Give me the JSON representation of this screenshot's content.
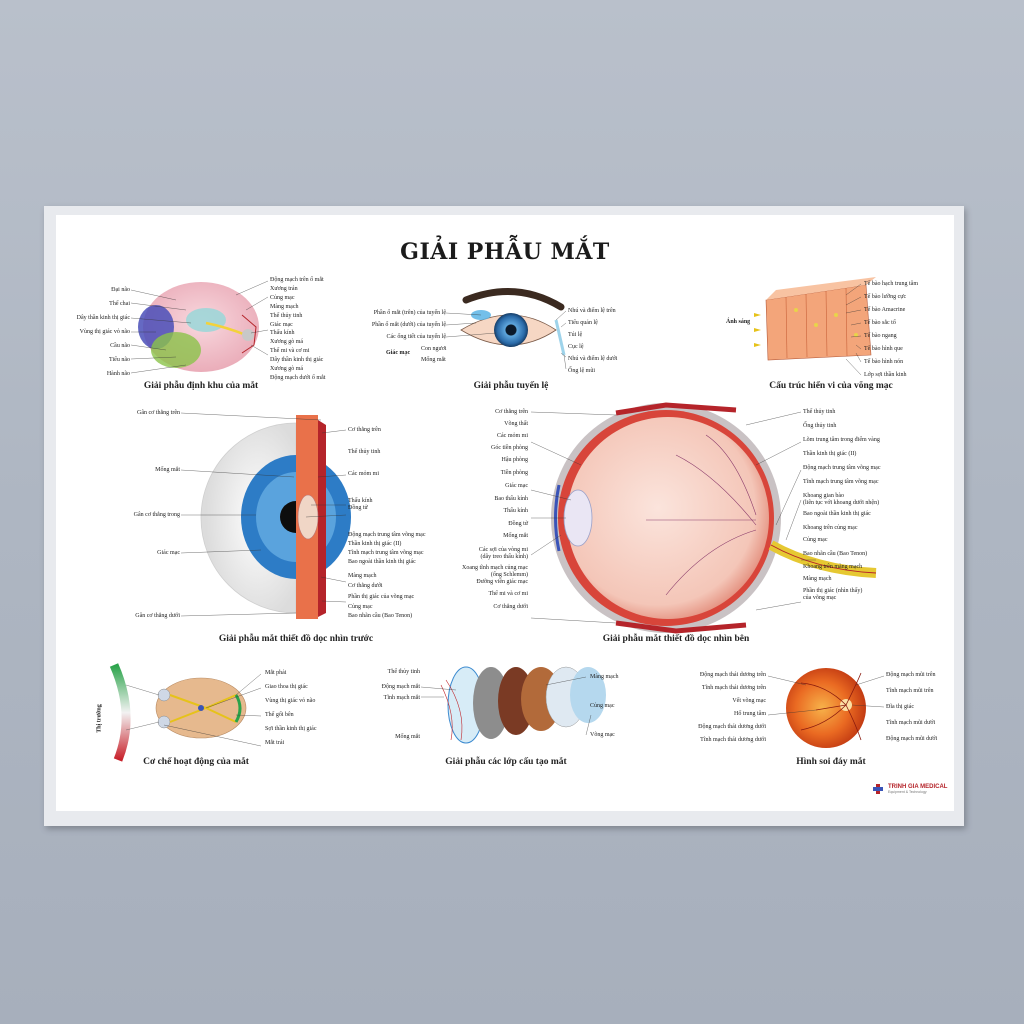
{
  "title": "GIẢI PHẪU MẮT",
  "panels": {
    "p1": {
      "caption": "Giải phẫu định khu của mắt",
      "left": [
        "Đại não",
        "Thể chai",
        "Dây thần kinh thị giác",
        "Vùng thị giác vỏ não",
        "Cầu não",
        "Tiểu não",
        "Hành não"
      ],
      "right": [
        "Động mạch trên ổ mắt",
        "Xương trán",
        "Củng mạc",
        "Màng mạch",
        "Thể thủy tinh",
        "Giác mạc",
        "Thấu kính",
        "Xương gò má",
        "Thể mi và cơ mi",
        "Dây thần kinh thị giác",
        "Xương gò má",
        "Động mạch dưới ổ mắt"
      ]
    },
    "p2": {
      "caption": "Giải phẫu tuyến lệ",
      "left": [
        "Phần ổ mắt (trên) của tuyến lệ",
        "Phần ổ mắt (dưới) của tuyến lệ",
        "Các ống tiết của tuyến lệ"
      ],
      "giac_mac": "Giác mạc",
      "brace": [
        "Con ngươi",
        "Mống mắt"
      ],
      "right": [
        "Nhú và điểm lệ trên",
        "Tiểu quản lệ",
        "Túi lệ",
        "Cục lệ",
        "Nhú và điểm lệ dưới",
        "Ống lệ mũi"
      ]
    },
    "p3": {
      "caption": "Cấu trúc hiển vi của võng mạc",
      "light": "Ánh sáng",
      "right": [
        "Tế bào hạch trung tâm",
        "Tế bào lưỡng cực",
        "Tế bào Amacrine",
        "Tế bào sắc tố",
        "Tế bào ngang",
        "Tế bào hình que",
        "Tế bào hình nón",
        "Lớp sợi thần kinh"
      ]
    },
    "p4": {
      "caption": "Giải phẫu mắt thiết đồ dọc nhìn trước",
      "left": [
        "Gân cơ thẳng trên",
        "Mống mắt",
        "Gân cơ thẳng trong",
        "Giác mạc",
        "Gân cơ thẳng dưới"
      ],
      "right": [
        "Cơ thẳng trên",
        "Thể thủy tinh",
        "Các mỏm mi",
        "Thấu kính",
        "Đồng tử",
        "Động mạch trung tâm võng mạc",
        "Thần kinh thị giác (II)",
        "Tĩnh mạch trung tâm võng mạc",
        "Bao ngoài thần kinh thị giác",
        "Màng mạch",
        "Cơ thẳng dưới",
        "Phần thị giác của võng mạc",
        "Củng mạc",
        "Bao nhãn cầu (Bao Tenon)"
      ]
    },
    "p5": {
      "caption": "Giải phẫu mắt thiết đồ dọc nhìn bên",
      "left": [
        "Cơ thẳng trên",
        "Võng thất",
        "Các mỏm mi",
        "Góc tiền phòng",
        "Hậu phòng",
        "Tiền phòng",
        "Giác mạc",
        "Bao thấu kính",
        "Thấu kính",
        "Đồng tử",
        "Mống mắt",
        "Các sợi của vòng mi\n(dây treo thấu kính)",
        "Xoang tĩnh mạch củng mạc\n(ống Schlemm)",
        "Đường viền giác mạc",
        "Thể mi và cơ mi",
        "Cơ thẳng dưới"
      ],
      "right": [
        "Thể thủy tinh",
        "Ống thủy tinh",
        "Lõm trung tâm trong điểm vàng",
        "Thần kinh thị giác (II)",
        "Động mạch trung tâm võng mạc",
        "Tĩnh mạch trung tâm võng mạc",
        "Khoang gian bào\n(liên tục với khoang dưới nhện)",
        "Bao ngoài thần kinh thị giác",
        "Khoang trên củng mạc",
        "Củng mạc",
        "Bao nhãn cầu (Bao Tenon)",
        "Khoang trên màng mạch",
        "Màng mạch",
        "Phần thị giác (nhìn thấy)\ncủa võng mạc"
      ]
    },
    "p6": {
      "caption": "Cơ chế hoạt động của mắt",
      "field": "Thị trường",
      "right": [
        "Mắt phải",
        "Giao thoa thị giác",
        "Vùng thị giác vỏ não",
        "Thể gối bên",
        "Sợi thần kinh thị giác",
        "Mắt trái"
      ]
    },
    "p7": {
      "caption": "Giải phẫu các lớp cấu tạo mắt",
      "left": [
        "Thể thủy tinh",
        "Động mạch mắt",
        "Tĩnh mạch mắt",
        "Mống mắt"
      ],
      "right": [
        "Màng mạch",
        "Củng mạc",
        "Võng mạc"
      ]
    },
    "p8": {
      "caption": "Hình soi đáy mắt",
      "left": [
        "Động mạch thái dương trên",
        "Tĩnh mạch thái dương trên",
        "Vết võng mạc",
        "Hố trung tâm",
        "Động mạch thái dương dưới",
        "Tĩnh mạch thái dương dưới"
      ],
      "right": [
        "Động mạch mũi trên",
        "Tĩnh mạch mũi trên",
        "Đĩa thị giác",
        "Tĩnh mạch mũi dưới",
        "Động mạch mũi dưới"
      ]
    }
  },
  "logo": {
    "name": "TRINH GIA MEDICAL",
    "tagline": "Equipment & Technology"
  },
  "colors": {
    "accent": "#b5242a",
    "iris": "#3d7fc4",
    "retina": "#e8573a"
  }
}
